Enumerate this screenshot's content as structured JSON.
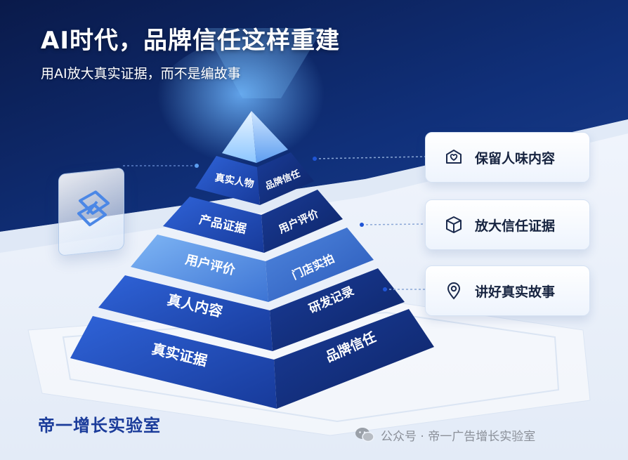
{
  "header": {
    "title": "AI时代，品牌信任这样重建",
    "subtitle": "用AI放大真实证据，而不是编故事"
  },
  "pyramid": {
    "left_faces": [
      "真实人物",
      "产品证据",
      "用户评价",
      "真人内容",
      "真实证据"
    ],
    "right_faces": [
      "品牌信任",
      "用户评价",
      "门店实拍",
      "研发记录",
      "品牌信任"
    ]
  },
  "cards": [
    {
      "label": "保留人味内容",
      "icon": "heart-box-icon"
    },
    {
      "label": "放大信任证据",
      "icon": "cube-icon"
    },
    {
      "label": "讲好真实故事",
      "icon": "location-pin-icon"
    }
  ],
  "footer": {
    "brand": "帝一增长实验室",
    "wechat_label": "公众号 · 帝一广告增长实验室"
  },
  "colors": {
    "navy": "#0b1f55",
    "accent_blue": "#1f55d6",
    "card_text": "#16233f",
    "brand_text": "#1a3b9a"
  }
}
